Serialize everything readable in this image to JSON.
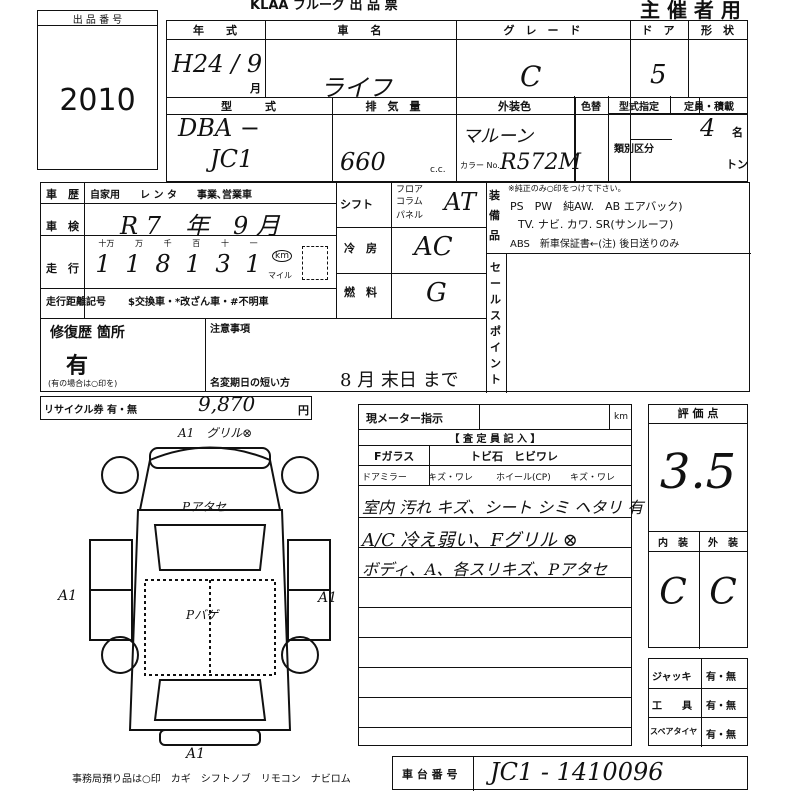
{
  "header": {
    "top_scrawl": "KLAA  ブルーグ  出 品 票",
    "title": "主 催 者 用"
  },
  "lot": {
    "label": "出 品 番 号",
    "number": "2010"
  },
  "row1": {
    "year_label": "年　　式",
    "model_label": "車　　名",
    "grade_label": "グ　レ　ー　ド",
    "door_label": "ド　ア",
    "shape_label": "形　状",
    "year_value": "H24 / 9",
    "month_unit": "月",
    "model_value": "ライフ",
    "grade_value": "C",
    "door_value": "5"
  },
  "row2": {
    "type_label": "型　　　式",
    "displacement_label": "排　気　量",
    "color_label": "外装色",
    "color_change_label": "色替",
    "designation_label": "型式指定",
    "capacity_label": "定員・積載",
    "category_label": "類別区分",
    "type_value_1": "DBA −",
    "type_value_2": "JC1",
    "displacement_value": "660",
    "cc_unit": "c.c.",
    "color_value": "マルーン",
    "color_no_label": "カラー No.",
    "color_no_value": "R572M",
    "capacity_value": "4",
    "capacity_unit": "名",
    "ton_unit": "トン"
  },
  "usage": {
    "label": "車　歴",
    "options": "自家用　　レ ン タ　　事業､営業車",
    "inspection_label": "車　検",
    "inspection_value": "R 7　年　9 月",
    "mileage_label": "走　行",
    "digit_labels": [
      "十万",
      "万",
      "千",
      "百",
      "十",
      "一"
    ],
    "mileage_digits": [
      "1",
      "1",
      "8",
      "1",
      "3",
      "1"
    ],
    "km_label": "km",
    "mile_label": "マイル",
    "record_label": "走行距離記号",
    "record_options": "$交換車・*改ざん車・#不明車"
  },
  "mechanics": {
    "shift_label": "シフト",
    "shift_options": [
      "フロア",
      "コラム",
      "パネル"
    ],
    "shift_value": "AT",
    "ac_label": "冷　房",
    "ac_value": "AC",
    "fuel_label": "燃　料",
    "fuel_value": "G"
  },
  "equipment": {
    "side_label": "装　備　品",
    "note": "※純正のみ○印をつけて下さい。",
    "line1": "PS　PW　純AW.　AB エアバック)",
    "line2": "TV. ナビ. カワ. SR(サンルーフ)",
    "line3": "ABS　新車保証書←(注) 後日送りのみ"
  },
  "sales_point_label": "セールスポイント",
  "repair": {
    "label": "修復歴 箇所",
    "value": "有",
    "note": "(有の場合は○印を)"
  },
  "caution": {
    "label": "注意事項",
    "deadline_label": "名変期日の短い方",
    "deadline_value": "8 月 末日 まで"
  },
  "recycle": {
    "label": "リサイクル券 有・無",
    "value": "9,870",
    "unit": "円"
  },
  "meter": {
    "label": "現メーター指示",
    "unit": "km"
  },
  "inspector": {
    "header": "【 査 定 員 記 入 】",
    "glass_label": "Fガラス",
    "glass_opt": "トビ石　ヒビワレ",
    "mirror_label": "ドアミラー",
    "mirror_opt": "キズ・ワレ",
    "wheel_label": "ホイール(CP)",
    "wheel_opt": "キズ・ワレ",
    "notes": [
      "室内 汚れ キズ、シート シミ ヘタリ 有",
      "A/C 冷え弱い、Fグリル ⊗",
      "ボディ、A、各スリキズ、Pアタセ"
    ]
  },
  "score": {
    "label": "評 価 点",
    "value": "3.5",
    "interior_label": "内　装",
    "exterior_label": "外　装",
    "interior_value": "C",
    "exterior_value": "C"
  },
  "accessories": [
    {
      "label": "ジャッキ",
      "value": "有・無"
    },
    {
      "label": "工　　具",
      "value": "有・無"
    },
    {
      "label": "スペアタイヤ",
      "value": "有・無"
    }
  ],
  "diagram": {
    "front_marks": "A1　グリル⊗",
    "hood_mark": "Pアタセ",
    "roof_mark": "Pバゲ",
    "left_mark": "A1",
    "right_mark": "A1",
    "rear_mark": "A1"
  },
  "footer": {
    "office_note": "事務局預り品は○印　カギ　シフトノブ　リモコン　ナビロム",
    "chassis_label": "車 台 番 号",
    "chassis_value": "JC1 - 1410096"
  }
}
